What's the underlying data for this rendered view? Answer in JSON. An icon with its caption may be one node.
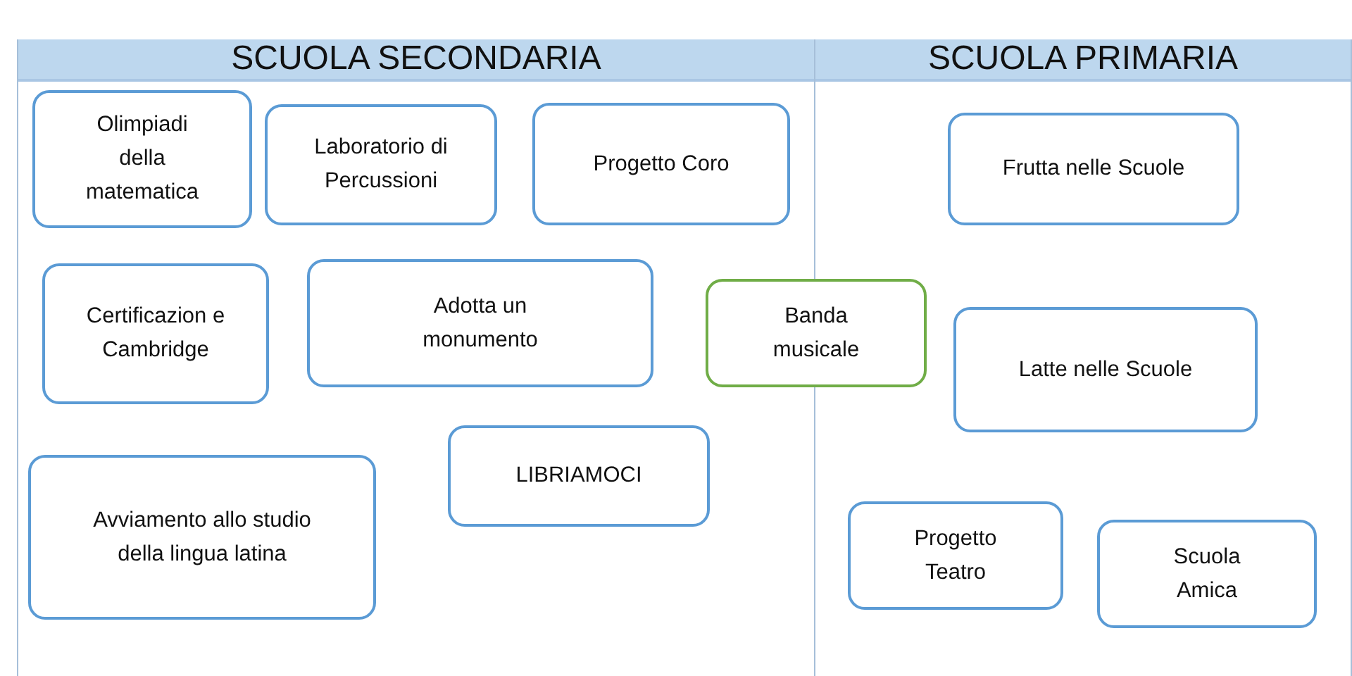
{
  "diagram": {
    "nodes": [
      {
        "text": [
          "SCUOLA SECONDARIA"
        ]
      },
      {
        "text": [
          "SCUOLA PRIMARIA"
        ]
      },
      {
        "text": [
          "Olimpiadi della matematica"
        ],
        "in": 0
      },
      {
        "text": [
          "Laboratorio di Percussioni"
        ],
        "in": 0
      },
      {
        "text": [
          "Progetto Coro"
        ],
        "in": 0
      },
      {
        "text": [
          "Certificazion e Cambridge"
        ],
        "in": 0
      },
      {
        "text": [
          "Adotta un monumento"
        ],
        "in": 0
      },
      {
        "text": [
          "LIBRIAMOCI"
        ],
        "in": 0
      },
      {
        "text": [
          "Avviamento allo studio della lingua latina"
        ],
        "in": 0
      },
      {
        "text": [
          "Banda musicale"
        ]
      },
      {
        "text": [
          "Frutta nelle Scuole"
        ],
        "in": 1
      },
      {
        "text": [
          "Latte nelle Scuole"
        ],
        "in": 1
      },
      {
        "text": [
          "Progetto Teatro"
        ],
        "in": 1
      },
      {
        "text": [
          "Scuola Amica"
        ],
        "in": 1
      }
    ],
    "edges": []
  }
}
